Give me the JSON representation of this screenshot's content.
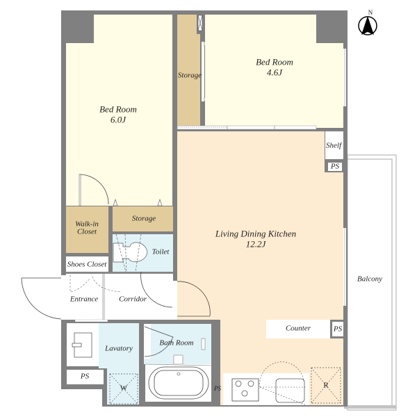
{
  "colors": {
    "wall": "#808080",
    "bedroom_floor": "#fffde6",
    "ldk_floor": "#feecd2",
    "storage_floor": "#e2cc9c",
    "wet_floor": "#e2f3f8",
    "white": "#ffffff"
  },
  "compass": {
    "label": "N"
  },
  "rooms": {
    "bedroom1": {
      "name": "Bed Room",
      "size": "6.0J"
    },
    "bedroom2": {
      "name": "Bed Room",
      "size": "4.6J"
    },
    "storage_top": {
      "name": "Storage"
    },
    "storage_mid": {
      "name": "Storage"
    },
    "walk_in_closet": {
      "name": "Walk-in\nCloset",
      "line1": "Walk-in",
      "line2": "Closet"
    },
    "toilet": {
      "name": "Toilet"
    },
    "shoes_closet": {
      "name": "Shoes Closet"
    },
    "entrance": {
      "name": "Entrance"
    },
    "corridor": {
      "name": "Corridor"
    },
    "ldk": {
      "name": "Living Dining Kitchen",
      "size": "12.2J"
    },
    "shelf": {
      "name": "Shelf"
    },
    "balcony": {
      "name": "Balcony"
    },
    "counter": {
      "name": "Counter"
    },
    "lavatory": {
      "name": "Lavatory"
    },
    "bath_room": {
      "name": "Bath Room"
    },
    "washer": {
      "name": "W"
    },
    "refrigerator": {
      "name": "R"
    }
  },
  "ps_labels": {
    "ps_shelf": "PS",
    "ps_counter": "PS",
    "ps_lavatory": "PS",
    "ps_bath": "PS"
  }
}
